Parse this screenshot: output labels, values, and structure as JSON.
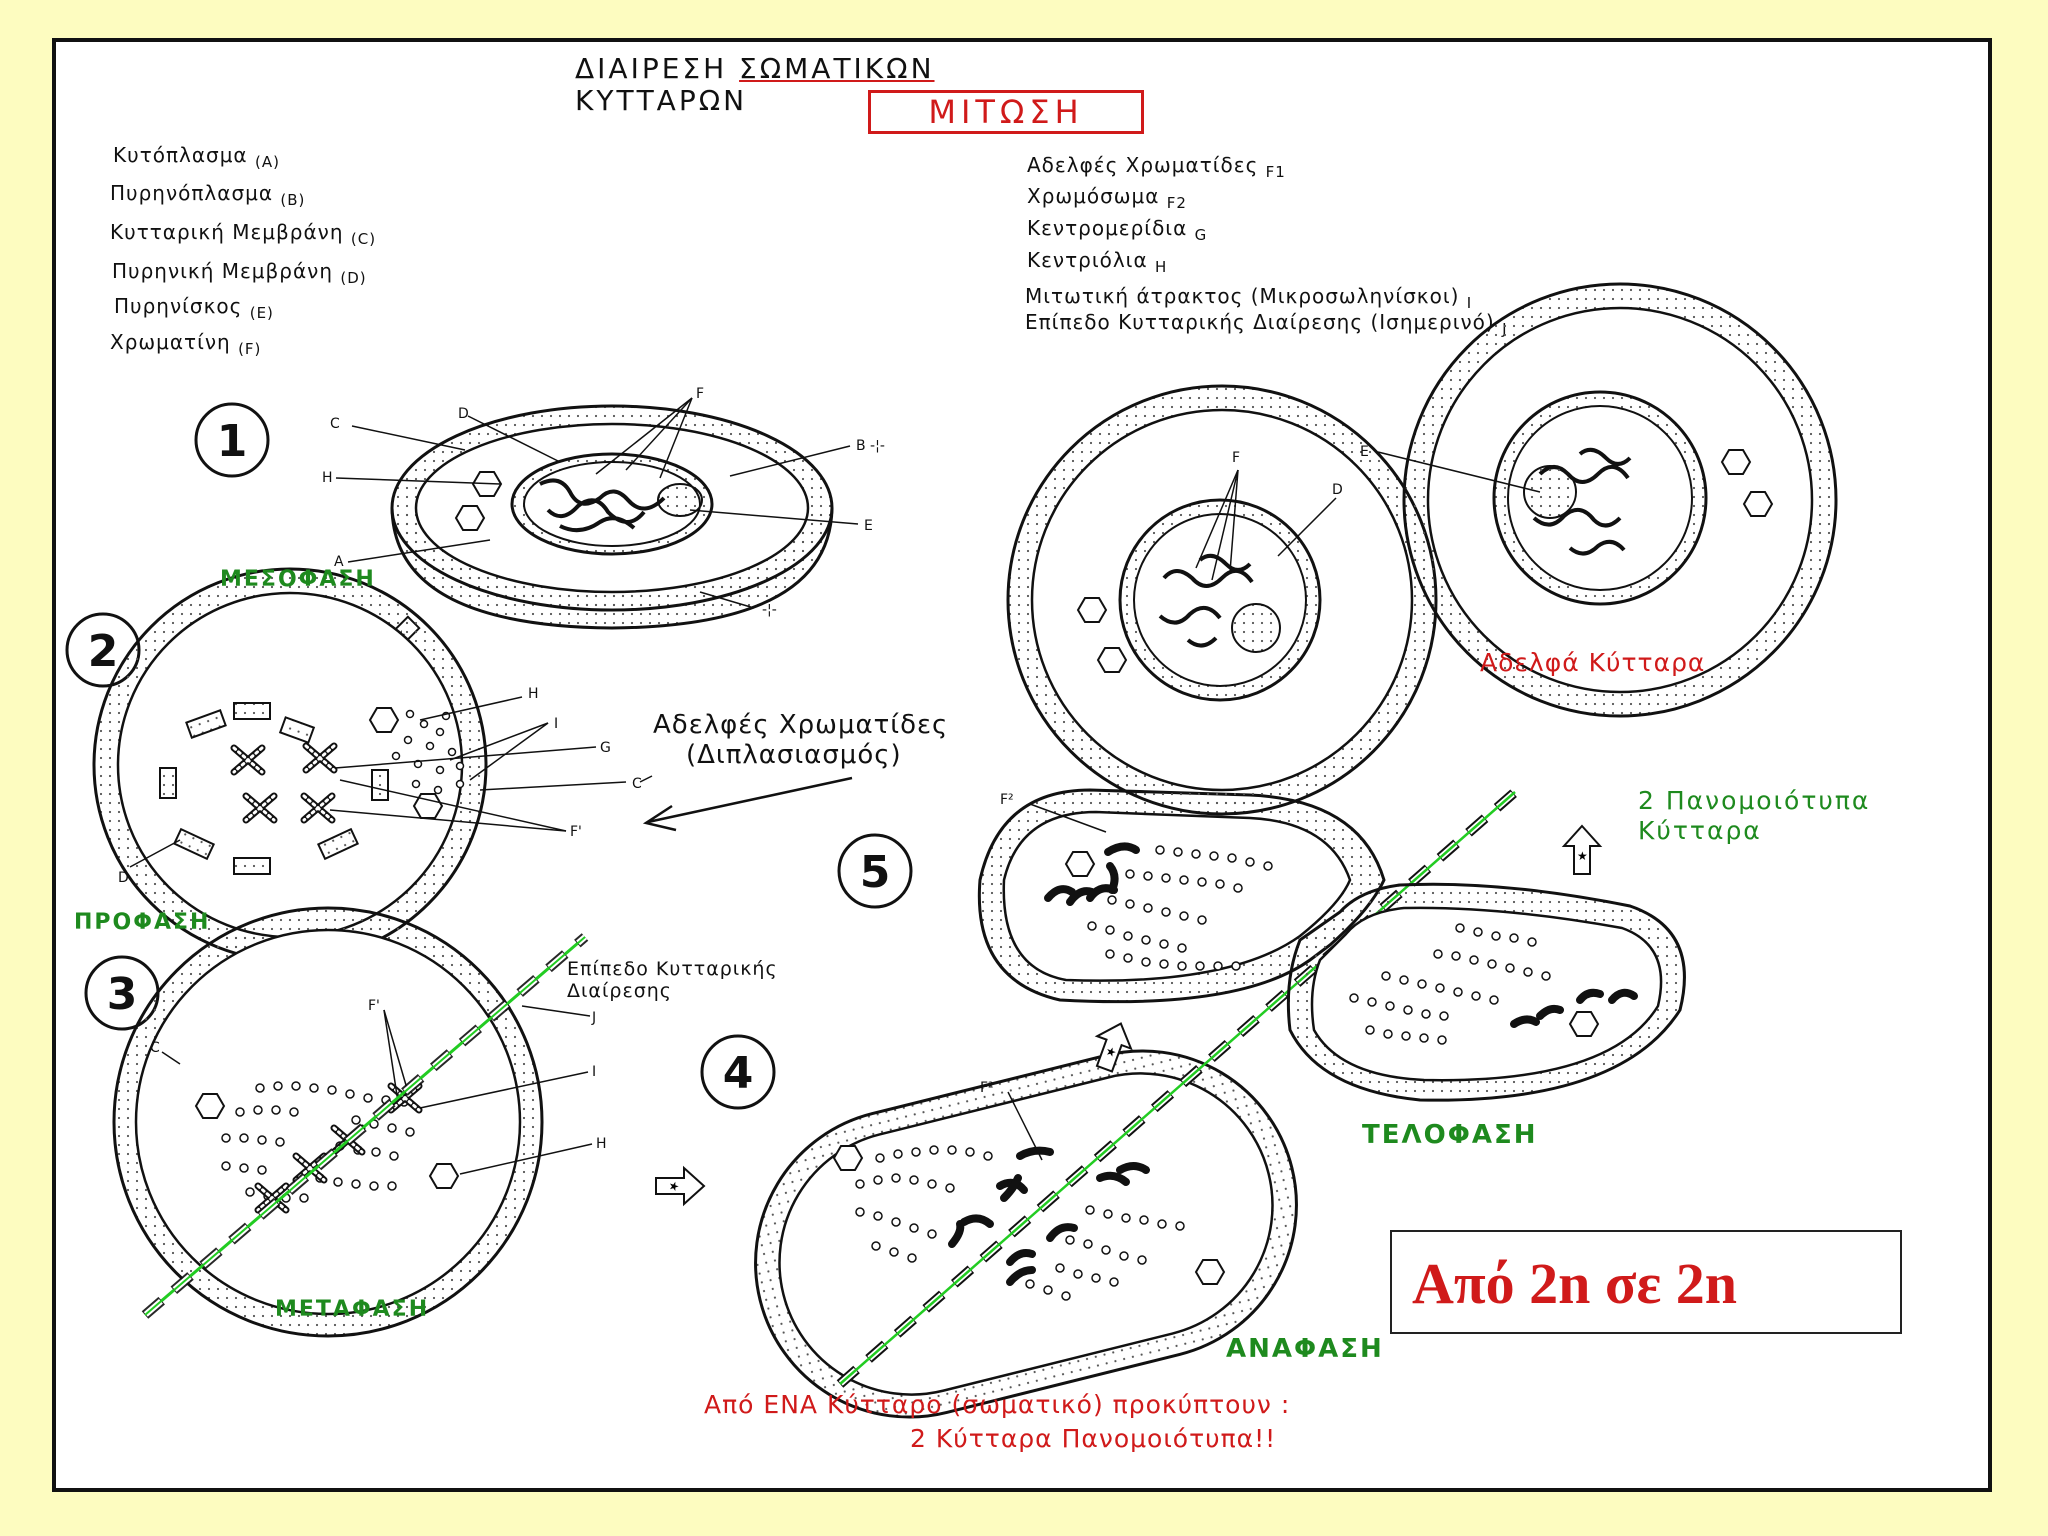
{
  "title": {
    "line1_part1": "ΔΙΑΙΡΕΣΗ ",
    "line1_part2": "ΣΩΜΑΤΙΚΩΝ",
    "line2": "ΚΥΤΤΑΡΩΝ",
    "boxed": "ΜΙΤΩΣΗ"
  },
  "legend_left": [
    {
      "text": "Κυτόπλασμα",
      "code": "(A)"
    },
    {
      "text": "Πυρηνόπλασμα",
      "code": "(B)"
    },
    {
      "text": "Κυτταρική Μεμβράνη",
      "code": "(C)"
    },
    {
      "text": "Πυρηνική Μεμβράνη",
      "code": "(D)"
    },
    {
      "text": "Πυρηνίσκος",
      "code": "(E)"
    },
    {
      "text": "Χρωματίνη",
      "code": "(F)"
    }
  ],
  "legend_right": [
    {
      "text": "Αδελφές Χρωματίδες",
      "code": "F1"
    },
    {
      "text": "Χρωμόσωμα",
      "code": "F2"
    },
    {
      "text": "Κεντρομερίδια",
      "code": "G"
    },
    {
      "text": "Κεντριόλια",
      "code": "H"
    },
    {
      "text": "Μιτωτική άτρακτος (Μικροσωληνίσκοι)",
      "code": "I"
    },
    {
      "text": "Επίπεδο Κυτταρικής Διαίρεσης (Ισημερινό)",
      "code": "J"
    }
  ],
  "stages": {
    "n1": "1",
    "n2": "2",
    "n3": "3",
    "n4": "4",
    "n5": "5",
    "interphase": "ΜΕΣΟΦΑΣΗ",
    "prophase": "ΠΡΟΦΑΣΗ",
    "metaphase": "ΜΕΤΑΦΑΣΗ",
    "anaphase": "ΑΝΑΦΑΣΗ",
    "telophase": "ΤΕΛΟΦΑΣΗ"
  },
  "annotations": {
    "sister_chromatids_1": "Αδελφές Χρωματίδες",
    "sister_chromatids_2": "(Διπλασιασμός)",
    "division_plane_1": "Επίπεδο Κυτταρικής",
    "division_plane_2": "Διαίρεσης",
    "sister_cells": "Αδελφά Κύτταρα",
    "identical_cells_1": "2 Πανομοιότυπα",
    "identical_cells_2": "Κύτταρα",
    "conclusion_1": "Από ΕΝΑ Κύτταρο (σωματικό) προκύπτουν :",
    "conclusion_2": "2 Κύτταρα Πανομοιότυπα!!",
    "ploidy": "Από 2n σε 2n"
  },
  "diagram_labels": {
    "A": "A",
    "B": "B -¦-",
    "C": "C",
    "D": "D",
    "E": "E",
    "F": "F",
    "G": "G",
    "H": "H",
    "I": "I",
    "J": "J",
    "F1": "F'",
    "F2": "F²",
    "tick": "-¦-"
  },
  "colors": {
    "background": "#fdfcc0",
    "green_label": "#1e8a1e",
    "red_label": "#d01a1a",
    "plane_line": "#22cc22"
  }
}
